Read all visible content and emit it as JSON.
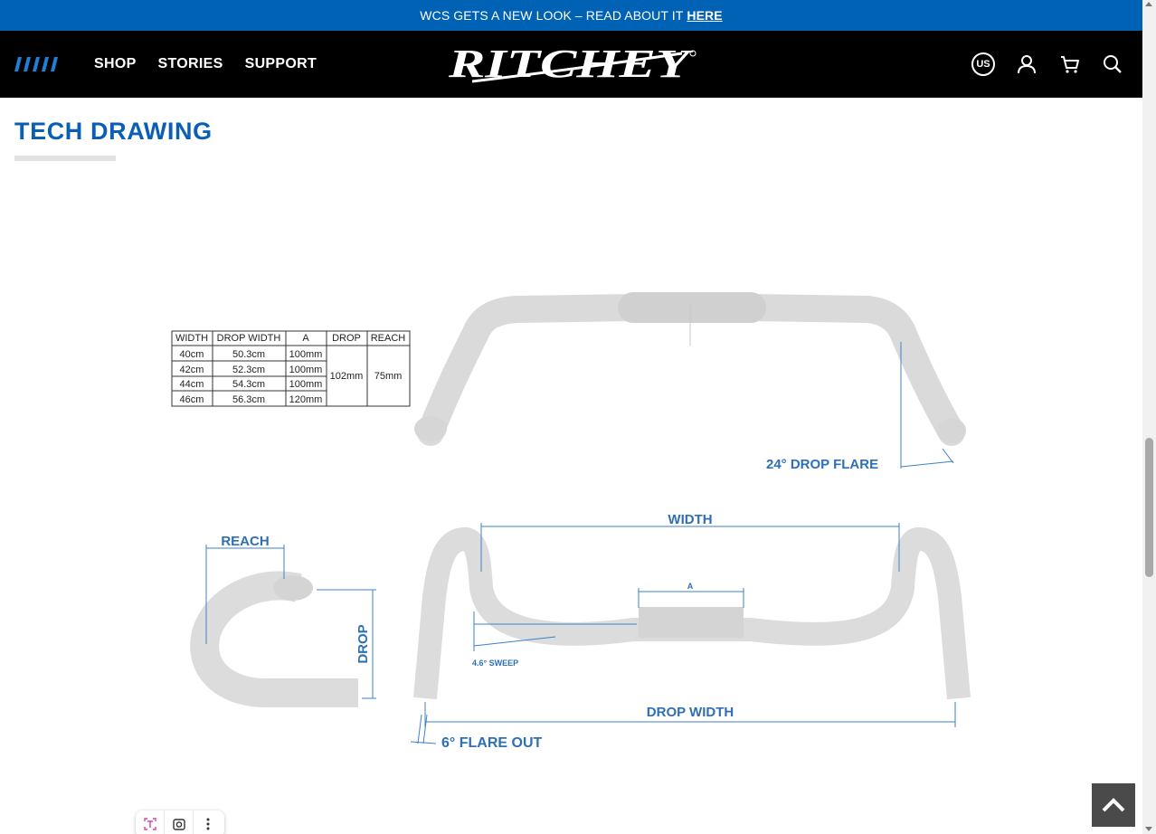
{
  "announcement": {
    "text": "WCS GETS A NEW LOOK – READ ABOUT IT",
    "link_label": "HERE"
  },
  "header": {
    "brand": "RITCHEY",
    "nav": [
      {
        "label": "SHOP"
      },
      {
        "label": "STORIES"
      },
      {
        "label": "SUPPORT"
      }
    ],
    "region": "US",
    "icons": [
      "menu-stripes-icon",
      "region-icon",
      "account-icon",
      "cart-icon",
      "search-icon"
    ]
  },
  "section": {
    "title": "TECH DRAWING"
  },
  "spec_table": {
    "headers": [
      "WIDTH",
      "DROP WIDTH",
      "A",
      "DROP",
      "REACH"
    ],
    "rows": [
      [
        "40cm",
        "50.3cm",
        "100mm"
      ],
      [
        "42cm",
        "52.3cm",
        "100mm"
      ],
      [
        "44cm",
        "54.3cm",
        "100mm"
      ],
      [
        "46cm",
        "56.3cm",
        "120mm"
      ]
    ],
    "drop": "102mm",
    "reach": "75mm"
  },
  "drawing_labels": {
    "drop_flare": "24° DROP FLARE",
    "width": "WIDTH",
    "a": "A",
    "reach": "REACH",
    "drop": "DROP",
    "sweep": "4.6° SWEEP",
    "drop_width": "DROP WIDTH",
    "flare_out": "6° FLARE OUT"
  },
  "colors": {
    "accent_blue": "#0a5fb4",
    "announcement_bg": "#0062b4",
    "header_bg": "#000000",
    "drawing_line": "#3b82c8",
    "bar_fill": "#dcdcdc"
  }
}
